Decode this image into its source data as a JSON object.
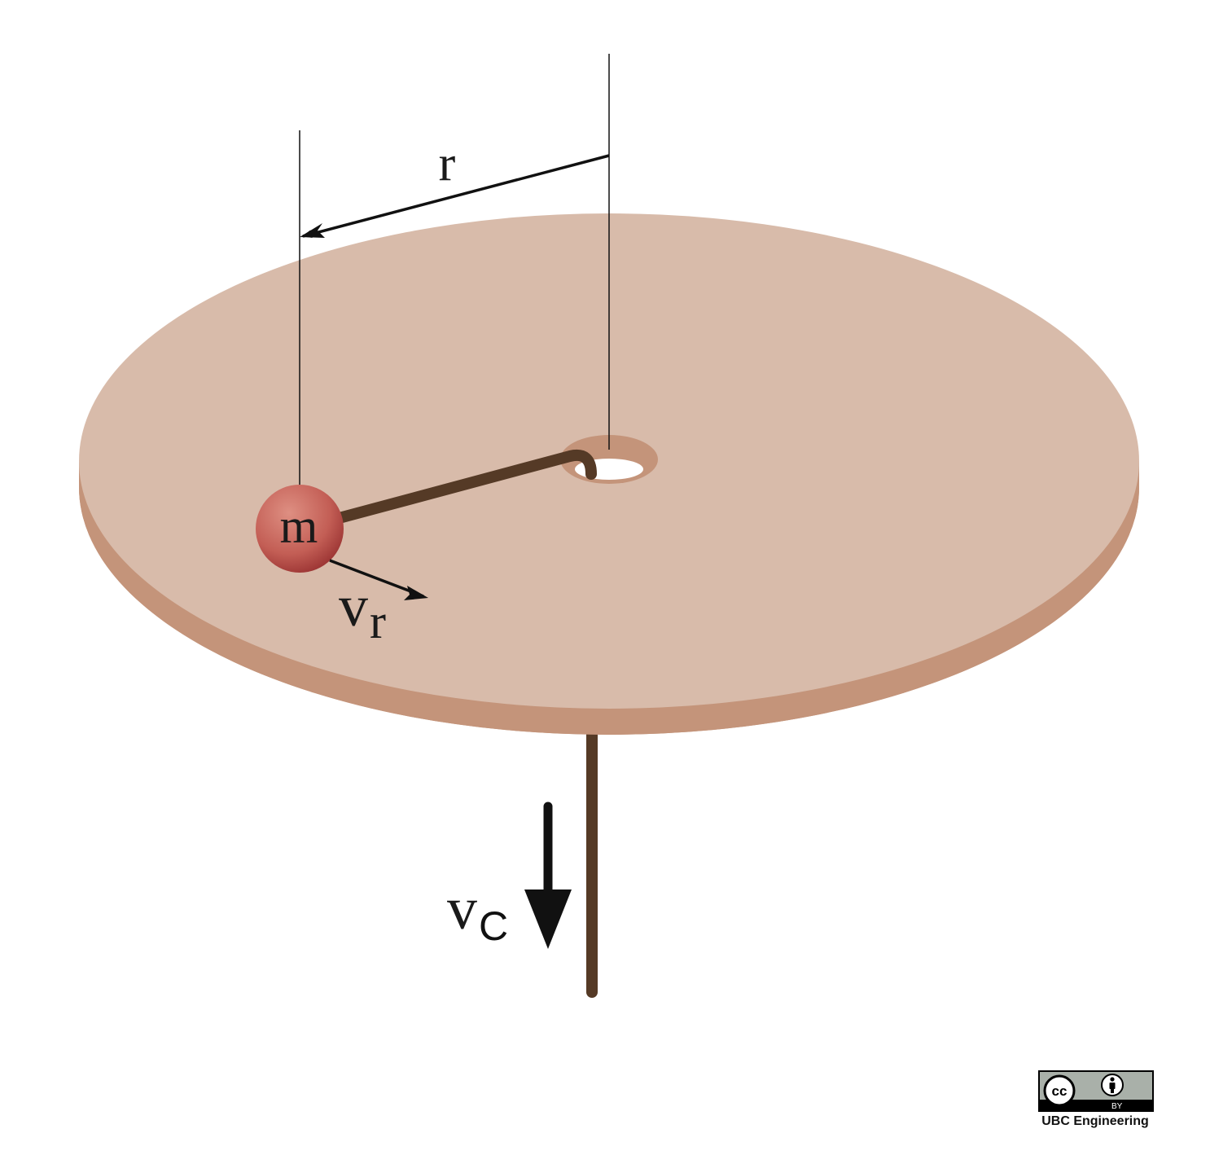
{
  "labels": {
    "radius": "r",
    "mass": "m",
    "radial_velocity_main": "v",
    "radial_velocity_sub": "r",
    "cord_velocity_main": "v",
    "cord_velocity_sub": "C"
  },
  "license": {
    "cc": "cc",
    "by": "BY",
    "credit": "UBC Engineering"
  },
  "colors": {
    "disk_top": "#d8bbaa",
    "disk_side": "#c4947a",
    "hole_rim": "#c4947a",
    "cord": "#553a26",
    "mass_light": "#d9857a",
    "mass_dark": "#a8403c",
    "arrow": "#111111"
  },
  "icons": [
    "creative-commons-icon",
    "attribution-person-icon"
  ]
}
